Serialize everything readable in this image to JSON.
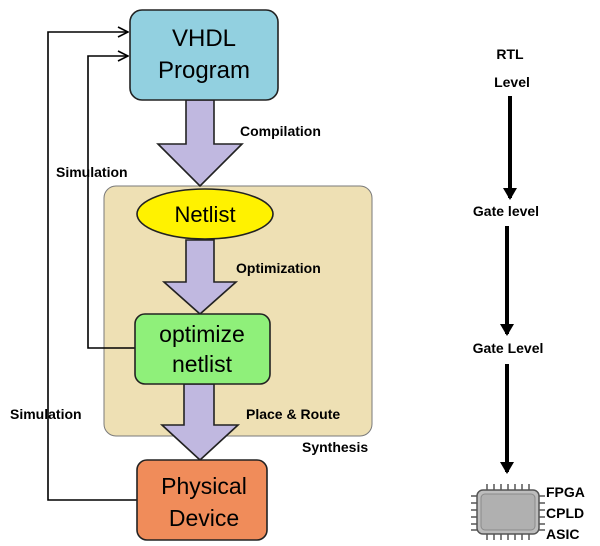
{
  "flow": {
    "vhdl_program": [
      "VHDL",
      "Program"
    ],
    "compilation": "Compilation",
    "netlist": "Netlist",
    "optimization": "Optimization",
    "optimize_netlist": [
      "optimize",
      "netlist"
    ],
    "place_route": "Place & Route",
    "synthesis": "Synthesis",
    "physical_device": [
      "Physical",
      "Device"
    ],
    "simulation_upper": "Simulation",
    "simulation_lower": "Simulation"
  },
  "levels": {
    "rtl": [
      "RTL",
      "Level"
    ],
    "gate_level_1": "Gate level",
    "gate_level_2": "Gate Level",
    "devices": [
      "FPGA",
      "CPLD",
      "ASIC"
    ]
  },
  "colors": {
    "vhdl_box": "#92d0e0",
    "netlist_ellipse": "#fff200",
    "optimize_box": "#8ff07a",
    "physical_box": "#f08c5a",
    "synthesis_region": "#eee0b4",
    "flow_arrow": "#c0b8e0",
    "chip": "#bdbdbd"
  }
}
